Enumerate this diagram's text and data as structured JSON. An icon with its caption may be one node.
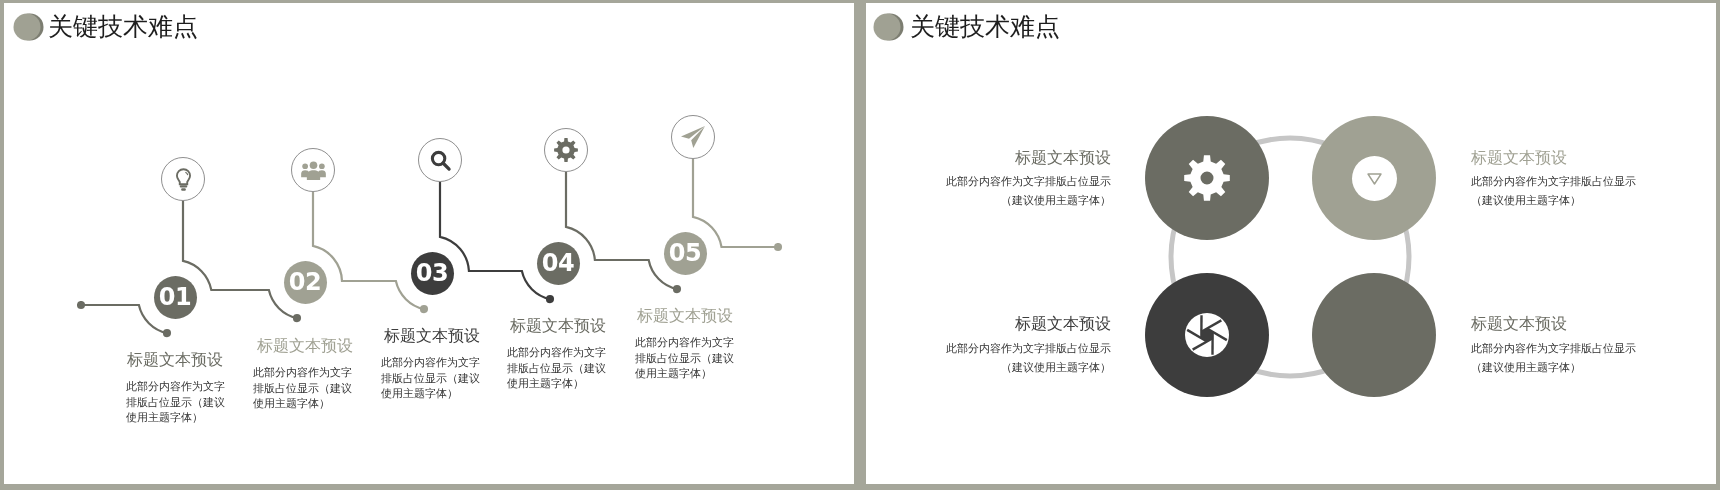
{
  "diagram": {
    "nodes": [
      {
        "text": [
          "关键技术难点"
        ]
      },
      {
        "text": [],
        "shape": "circle",
        "in": 0
      },
      {
        "text": [
          "01"
        ],
        "in": 0,
        "beside": [
          "标题文本预设",
          "此部分内容作为文字排版占位显示（建议使用主题字体）"
        ]
      },
      {
        "text": [],
        "shape": "circle",
        "in": 0
      },
      {
        "text": [
          "02"
        ],
        "in": 0,
        "beside": [
          "标题文本预设",
          "此部分内容作为文字排版占位显示（建议使用主题字体）"
        ]
      },
      {
        "text": [],
        "shape": "circle",
        "in": 0
      },
      {
        "text": [
          "03"
        ],
        "in": 0,
        "beside": [
          "标题文本预设",
          "此部分内容作为文字排版占位显示（建议使用主题字体）"
        ]
      },
      {
        "text": [],
        "shape": "circle",
        "in": 0
      },
      {
        "text": [
          "04"
        ],
        "in": 0,
        "beside": [
          "标题文本预设",
          "此部分内容作为文字排版占位显示（建议使用主题字体）"
        ]
      },
      {
        "text": [],
        "shape": "circle",
        "in": 0
      },
      {
        "text": [
          "05"
        ],
        "in": 0,
        "beside": [
          "标题文本预设",
          "此部分内容作为文字排版占位显示（建议使用主题字体）"
        ]
      },
      {
        "text": [
          "关键技术难点"
        ]
      },
      {
        "text": [],
        "shape": "circle",
        "in": 11,
        "beside": [
          "标题文本预设",
          "此部分内容作为文字排版占位显示（建议使用主题字体）"
        ]
      },
      {
        "text": [],
        "shape": "circle",
        "in": 11,
        "beside": [
          "标题文本预设",
          "此部分内容作为文字排版占位显示（建议使用主题字体）"
        ]
      },
      {
        "text": [],
        "shape": "circle",
        "in": 11,
        "beside": [
          "标题文本预设",
          "此部分内容作为文字排版占位显示（建议使用主题字体）"
        ]
      },
      {
        "text": [],
        "shape": "circle",
        "in": 11,
        "beside": [
          "标题文本预设",
          "此部分内容作为文字排版占位显示（建议使用主题字体）"
        ]
      }
    ],
    "edges": [
      {
        "from": null,
        "to": 2,
        "arrow": "other"
      },
      {
        "from": 1,
        "to": 4,
        "arrow": "other"
      },
      {
        "from": 3,
        "to": 6,
        "arrow": "other",
        "color": "#a0a193"
      },
      {
        "from": 5,
        "to": 8,
        "arrow": "other",
        "color": "#3d3d3d"
      },
      {
        "from": 7,
        "to": 10,
        "arrow": "other"
      },
      {
        "from": 9,
        "to": null,
        "arrow": "other",
        "color": "#a0a193"
      }
    ]
  }
}
